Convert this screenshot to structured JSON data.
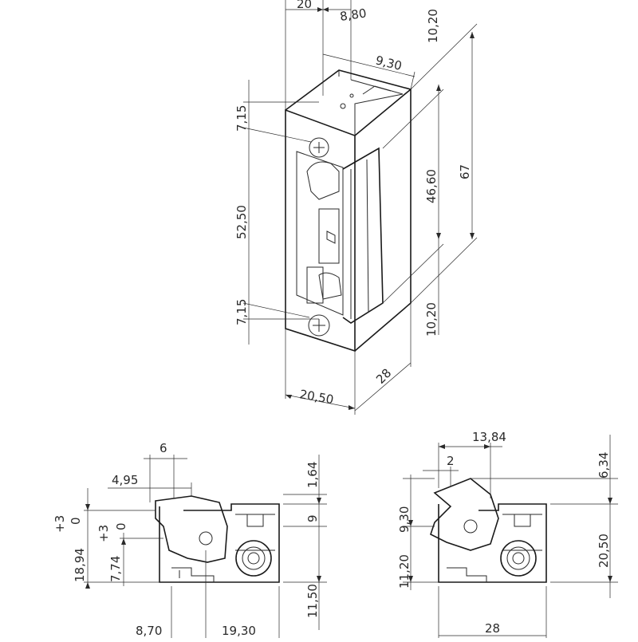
{
  "top_view": {
    "dims": {
      "d20_top": "20",
      "d8_80": "8,80",
      "d10_20_top": "10,20",
      "d9_30": "9,30",
      "d7_15_top": "7,15",
      "d52_50": "52,50",
      "d46_60": "46,60",
      "d67": "67",
      "d7_15_bottom": "7,15",
      "d10_20_bottom": "10,20",
      "d28": "28",
      "d20_50": "20,50"
    }
  },
  "left_section": {
    "dims": {
      "d6": "6",
      "d4_95": "4,95",
      "d1_64": "1,64",
      "tol_outer_plus": "+3",
      "tol_outer_zero": "0",
      "tol_inner_plus": "+3",
      "tol_inner_zero": "0",
      "d9": "9",
      "d18_94": "18,94",
      "d7_74": "7,74",
      "d11_50": "11,50",
      "d8_70": "8,70",
      "d19_30": "19,30"
    }
  },
  "right_section": {
    "dims": {
      "d13_84": "13,84",
      "d2": "2",
      "d6_34": "6,34",
      "d9_30": "9,30",
      "d20_50": "20,50",
      "d11_20": "11,20",
      "d28": "28"
    }
  }
}
